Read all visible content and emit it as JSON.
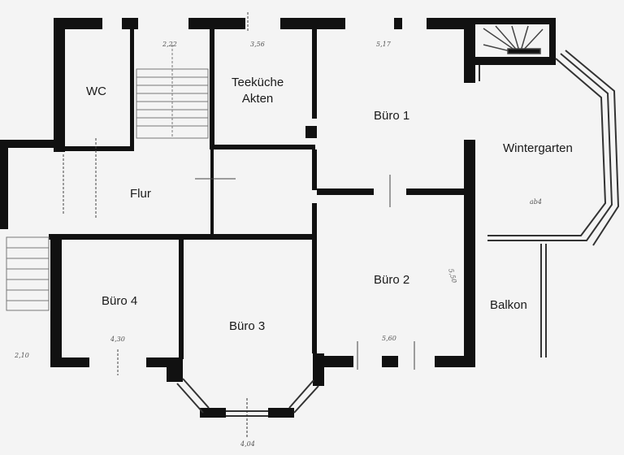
{
  "plan": {
    "type": "floor-plan",
    "colors": {
      "background": "#f4f4f4",
      "wall": "#111111",
      "window": "#ffffff",
      "line": "#555555"
    },
    "rooms": [
      {
        "id": "wc",
        "label": "WC"
      },
      {
        "id": "teekueche",
        "label": "Teeküche",
        "label2": "Akten"
      },
      {
        "id": "buero1",
        "label": "Büro 1"
      },
      {
        "id": "wintergarten",
        "label": "Wintergarten"
      },
      {
        "id": "flur",
        "label": "Flur"
      },
      {
        "id": "buero2",
        "label": "Büro 2"
      },
      {
        "id": "buero4",
        "label": "Büro 4"
      },
      {
        "id": "buero3",
        "label": "Büro 3"
      },
      {
        "id": "balkon",
        "label": "Balkon"
      }
    ],
    "dimensions": {
      "stair_width": "2,22",
      "teekueche_width": "3,56",
      "buero1_width": "5,17",
      "buero2_depth": "5,50",
      "buero2_width": "5,60",
      "buero4_width": "4,30",
      "left_offset": "2,10",
      "bay_width": "4,04",
      "wintergarten_area": "ab4"
    }
  }
}
